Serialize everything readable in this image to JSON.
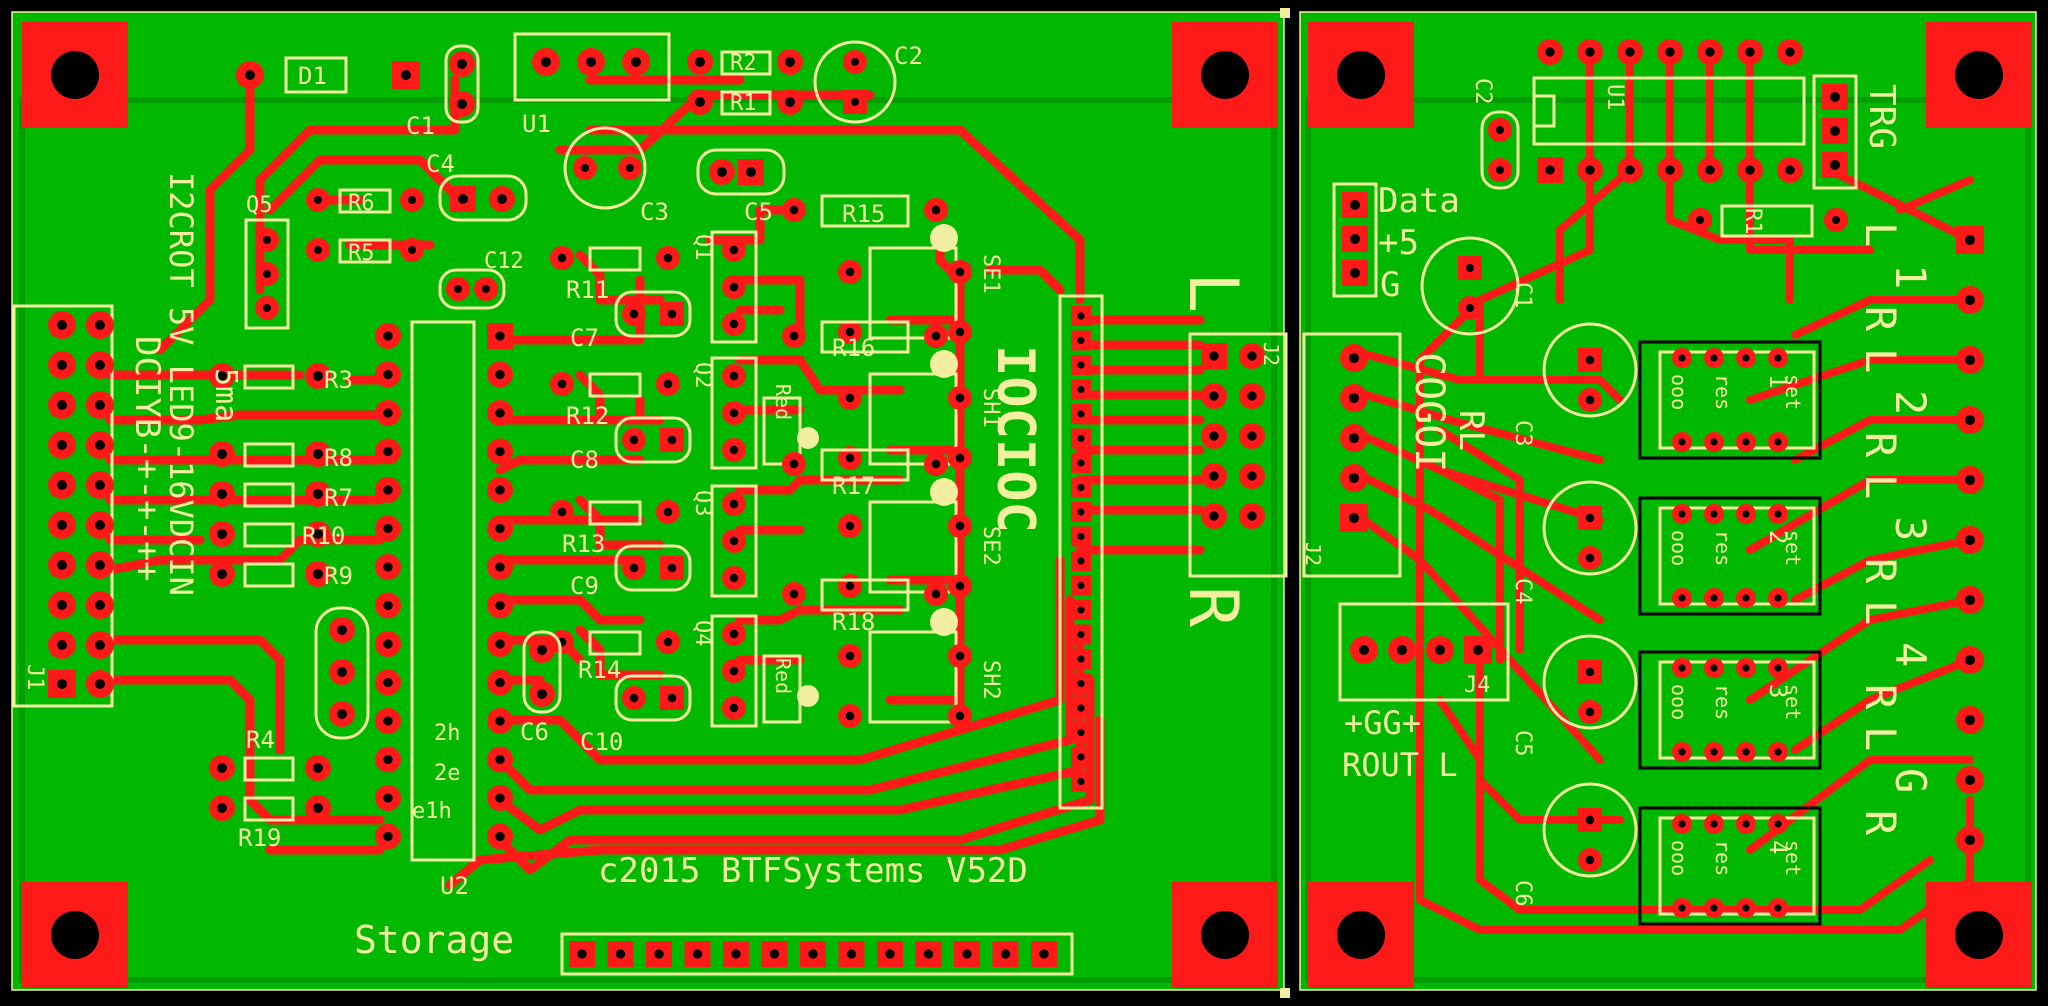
{
  "colors": {
    "background": "#000000",
    "board": "#00b800",
    "copper": "#ff1a1a",
    "drill": "#000000",
    "silkscreen": "#f2f0a0"
  },
  "left_board": {
    "footer": "c2015 BTFSystems V52D",
    "storage_label": "Storage",
    "ioc_label": "IOCIOC",
    "big_L": "L",
    "big_R": "R",
    "edge_text": [
      "DCIYB-+-+-++",
      "I2CROT 5V LED9-16VDCIN"
    ],
    "ma_label": "5ma",
    "refs": {
      "D1": "D1",
      "U1": "U1",
      "C1": "C1",
      "C2": "C2",
      "C3": "C3",
      "C4": "C4",
      "C5": "C5",
      "C6": "C6",
      "C7": "C7",
      "C8": "C8",
      "C9": "C9",
      "C10": "C10",
      "C12": "C12",
      "Q1": "Q1",
      "Q2": "Q2",
      "Q3": "Q3",
      "Q4": "Q4",
      "Q5": "Q5",
      "R1": "R1",
      "R2": "R2",
      "R3": "R3",
      "R4": "R4",
      "R5": "R5",
      "R6": "R6",
      "R7": "R7",
      "R8": "R8",
      "R9": "R9",
      "R10": "R10",
      "R11": "R11",
      "R12": "R12",
      "R13": "R13",
      "R14": "R14",
      "R15": "R15",
      "R16": "R16",
      "R17": "R17",
      "R18": "R18",
      "R19": "R19",
      "J1": "J1",
      "J2": "J2",
      "U2": "U2",
      "SE1": "SE1",
      "SE2": "SE2",
      "SH1": "SH1",
      "SH2": "SH2",
      "Red": "Red",
      "2h": "2h",
      "2e": "2e",
      "e1h": "e1h"
    }
  },
  "right_board": {
    "data_label": "Data",
    "plus5_label": "+5",
    "g_label": "G",
    "trg_label": "TRG",
    "cogoi_label": "COGOI",
    "rl_label": "RL",
    "j4_top": "+GG+",
    "j4_bottom": "ROUT L",
    "column_labels": [
      "L",
      "1",
      "R",
      "L",
      "2",
      "R",
      "L",
      "3",
      "R",
      "L",
      "4",
      "R",
      "L",
      "G",
      "R"
    ],
    "refs": {
      "U1": "U1",
      "R1": "R1",
      "C1": "C1",
      "C2": "C2",
      "C3": "C3",
      "C4": "C4",
      "C5": "C5",
      "C6": "C6",
      "J2": "J2",
      "J4": "J4"
    },
    "module_text": {
      "res": "res",
      "set": "set",
      "osc": "ooo"
    },
    "module_numbers": [
      "1",
      "2",
      "3",
      "4"
    ]
  }
}
